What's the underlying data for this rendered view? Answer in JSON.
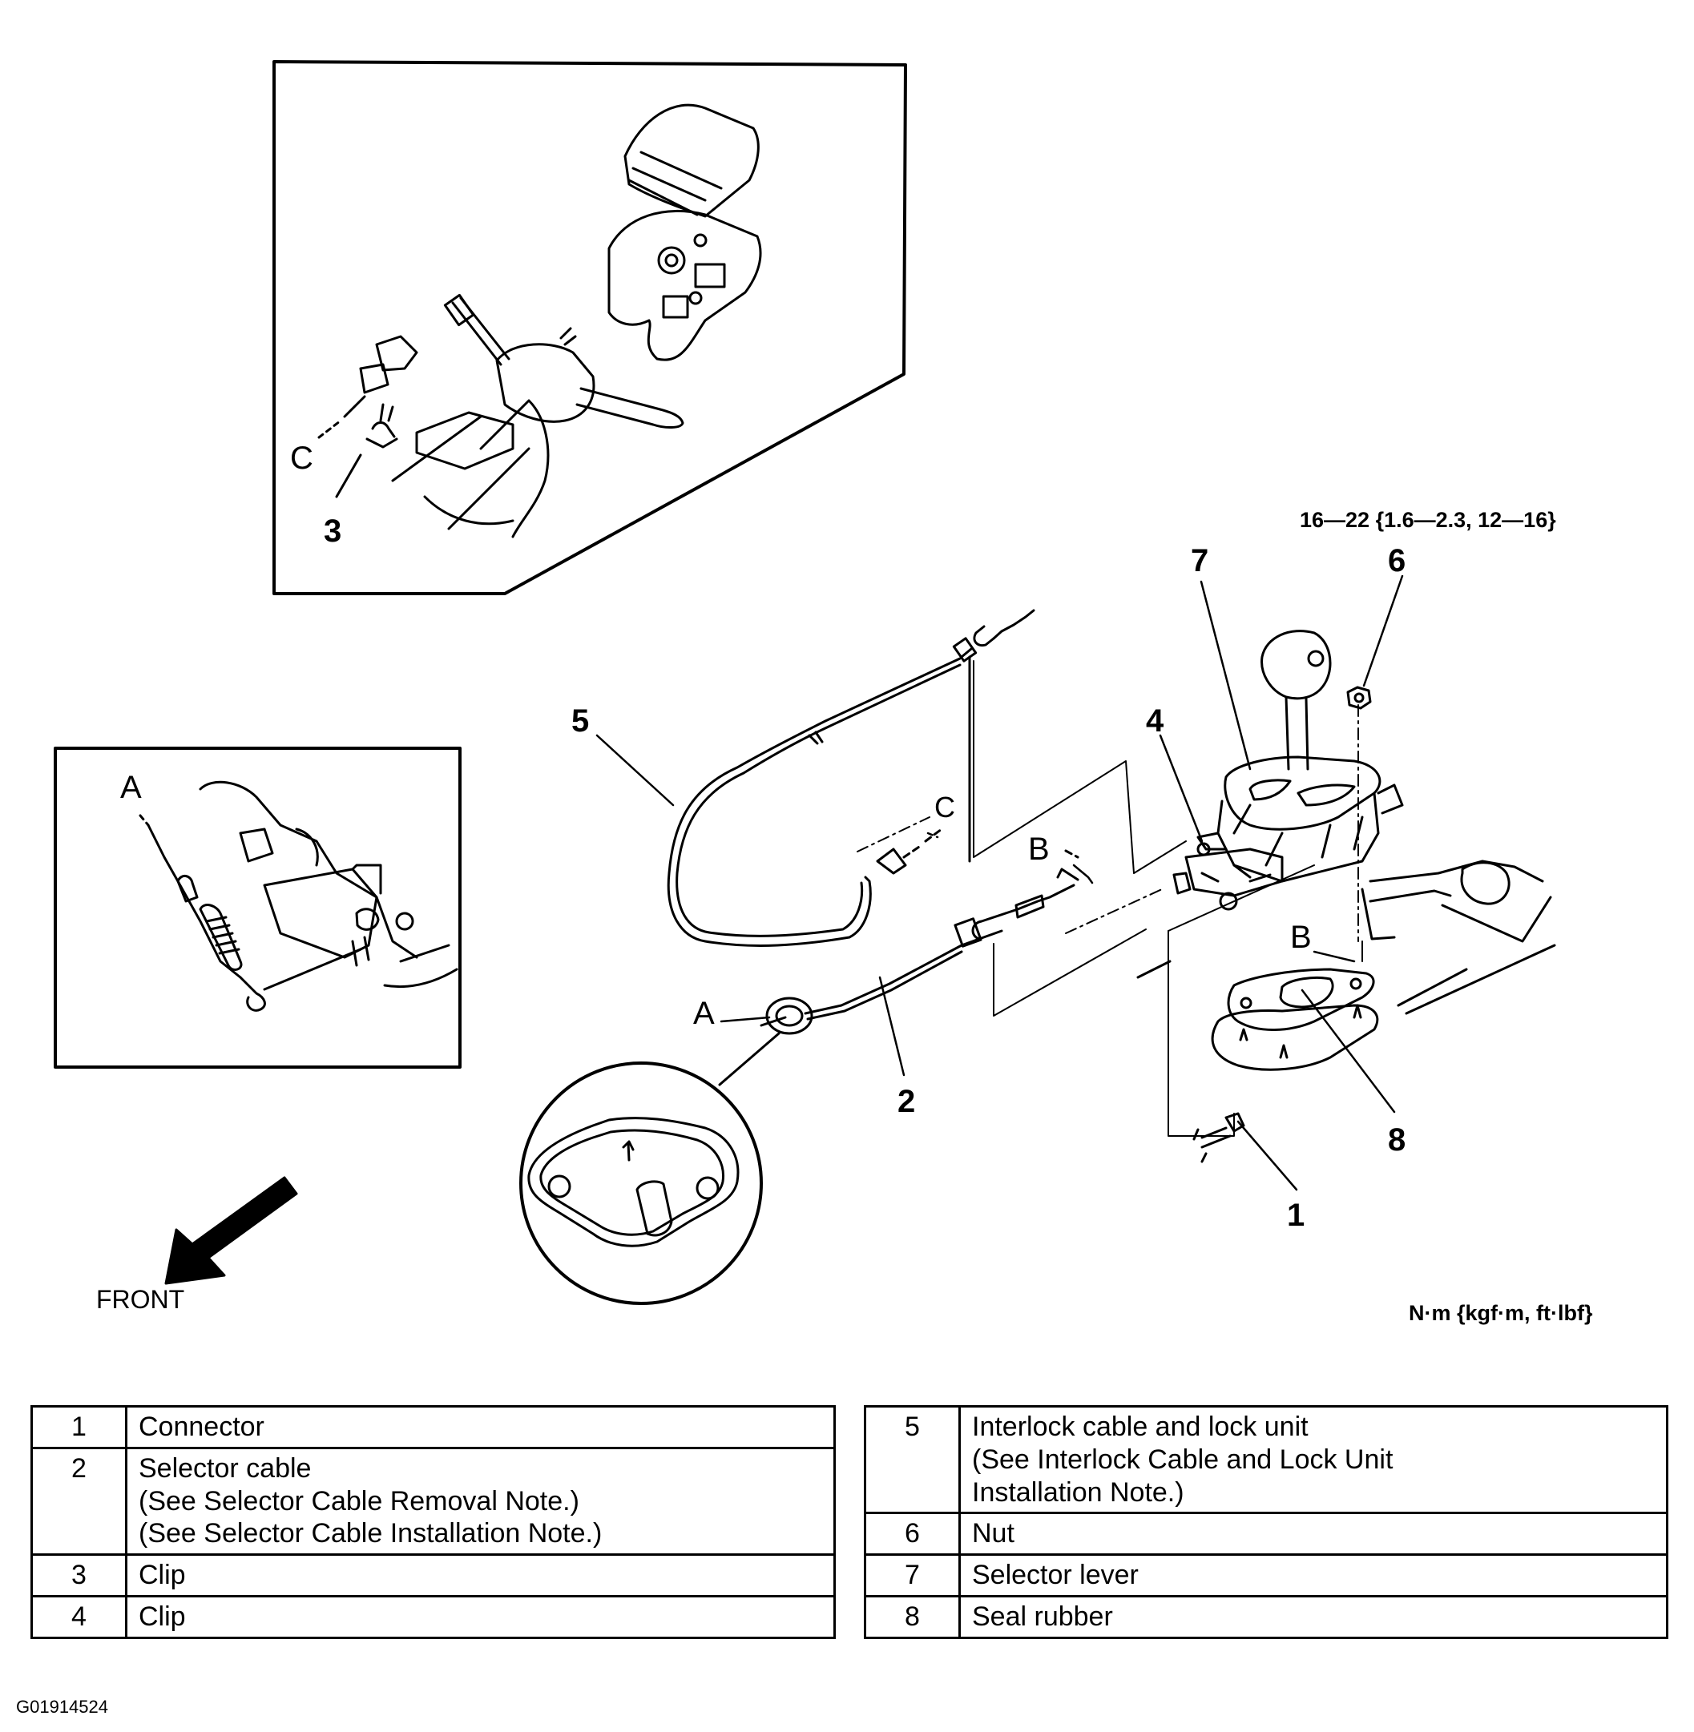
{
  "diagram": {
    "callouts": {
      "c1": "1",
      "c2": "2",
      "c3": "3",
      "c4": "4",
      "c5": "5",
      "c6": "6",
      "c7": "7",
      "c8": "8"
    },
    "letters": {
      "C_inset": "C",
      "C_main": "C",
      "A_inset": "A",
      "A_main": "A",
      "B_upper": "B",
      "B_lower": "B"
    },
    "torque_spec": "16—22 {1.6—2.3, 12—16}",
    "torque_units": "N·m {kgf·m, ft·lbf}",
    "front_label": "FRONT",
    "figure_id": "G01914524"
  },
  "legend_left": [
    {
      "num": "1",
      "name": "Connector",
      "notes": []
    },
    {
      "num": "2",
      "name": "Selector cable",
      "notes": [
        "(See Selector Cable Removal Note.)",
        "(See Selector Cable Installation Note.)"
      ]
    },
    {
      "num": "3",
      "name": "Clip",
      "notes": []
    },
    {
      "num": "4",
      "name": "Clip",
      "notes": []
    }
  ],
  "legend_right": [
    {
      "num": "5",
      "name": "Interlock cable and lock unit",
      "notes": [
        "(See Interlock Cable and Lock Unit",
        "Installation Note.)"
      ]
    },
    {
      "num": "6",
      "name": "Nut",
      "notes": []
    },
    {
      "num": "7",
      "name": "Selector lever",
      "notes": []
    },
    {
      "num": "8",
      "name": "Seal rubber",
      "notes": []
    }
  ]
}
